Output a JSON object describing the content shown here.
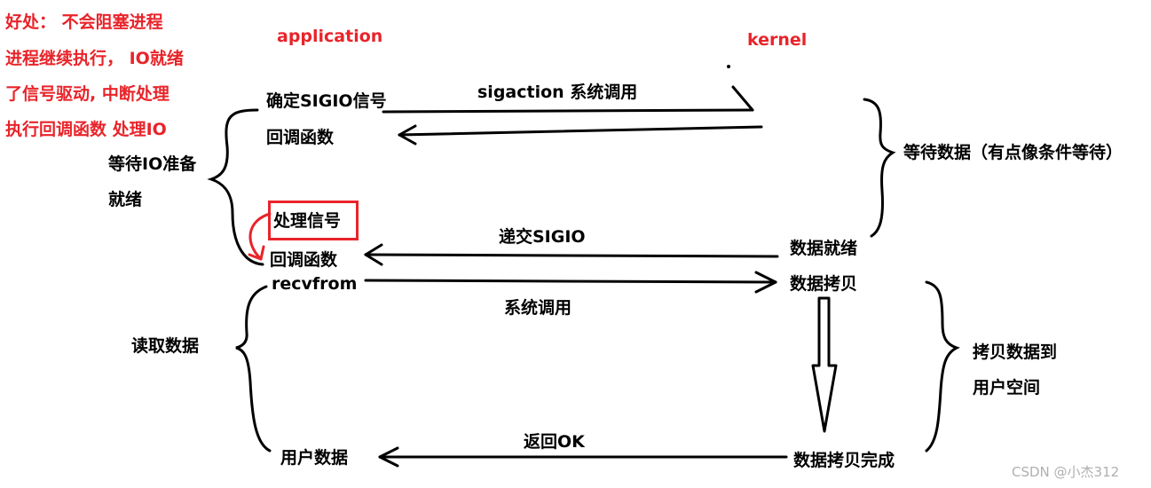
{
  "notes": {
    "benefit_line1": "好处： 不会阻塞进程",
    "benefit_line2": "进程继续执行， IO就绪",
    "benefit_line3": "了信号驱动, 中断处理",
    "benefit_line4": "执行回调函数   处理IO"
  },
  "headers": {
    "application": "application",
    "kernel": "kernel"
  },
  "application_side": {
    "confirm_sigio": "确定SIGIO信号",
    "callback_1": "回调函数",
    "wait_io_line1": "等待IO准备",
    "wait_io_line2": "就绪",
    "handle_signal": "处理信号",
    "callback_2": "回调函数",
    "recvfrom": "recvfrom",
    "read_data": "读取数据",
    "user_data": "用户数据"
  },
  "arrows": {
    "sigaction": "sigaction 系统调用",
    "deliver_sigio": "递交SIGIO",
    "syscall": "系统调用",
    "return_ok": "返回OK"
  },
  "kernel_side": {
    "wait_data": "等待数据（有点像条件等待）",
    "data_ready": "数据就绪",
    "data_copy": "数据拷贝",
    "copy_to_user_line1": "拷贝数据到",
    "copy_to_user_line2": "用户空间",
    "copy_done": "数据拷贝完成"
  },
  "watermark": "CSDN @小杰312",
  "colors": {
    "accent_red": "#e8242a",
    "ink": "#000000",
    "watermark_gray": "#b0b0b0"
  }
}
